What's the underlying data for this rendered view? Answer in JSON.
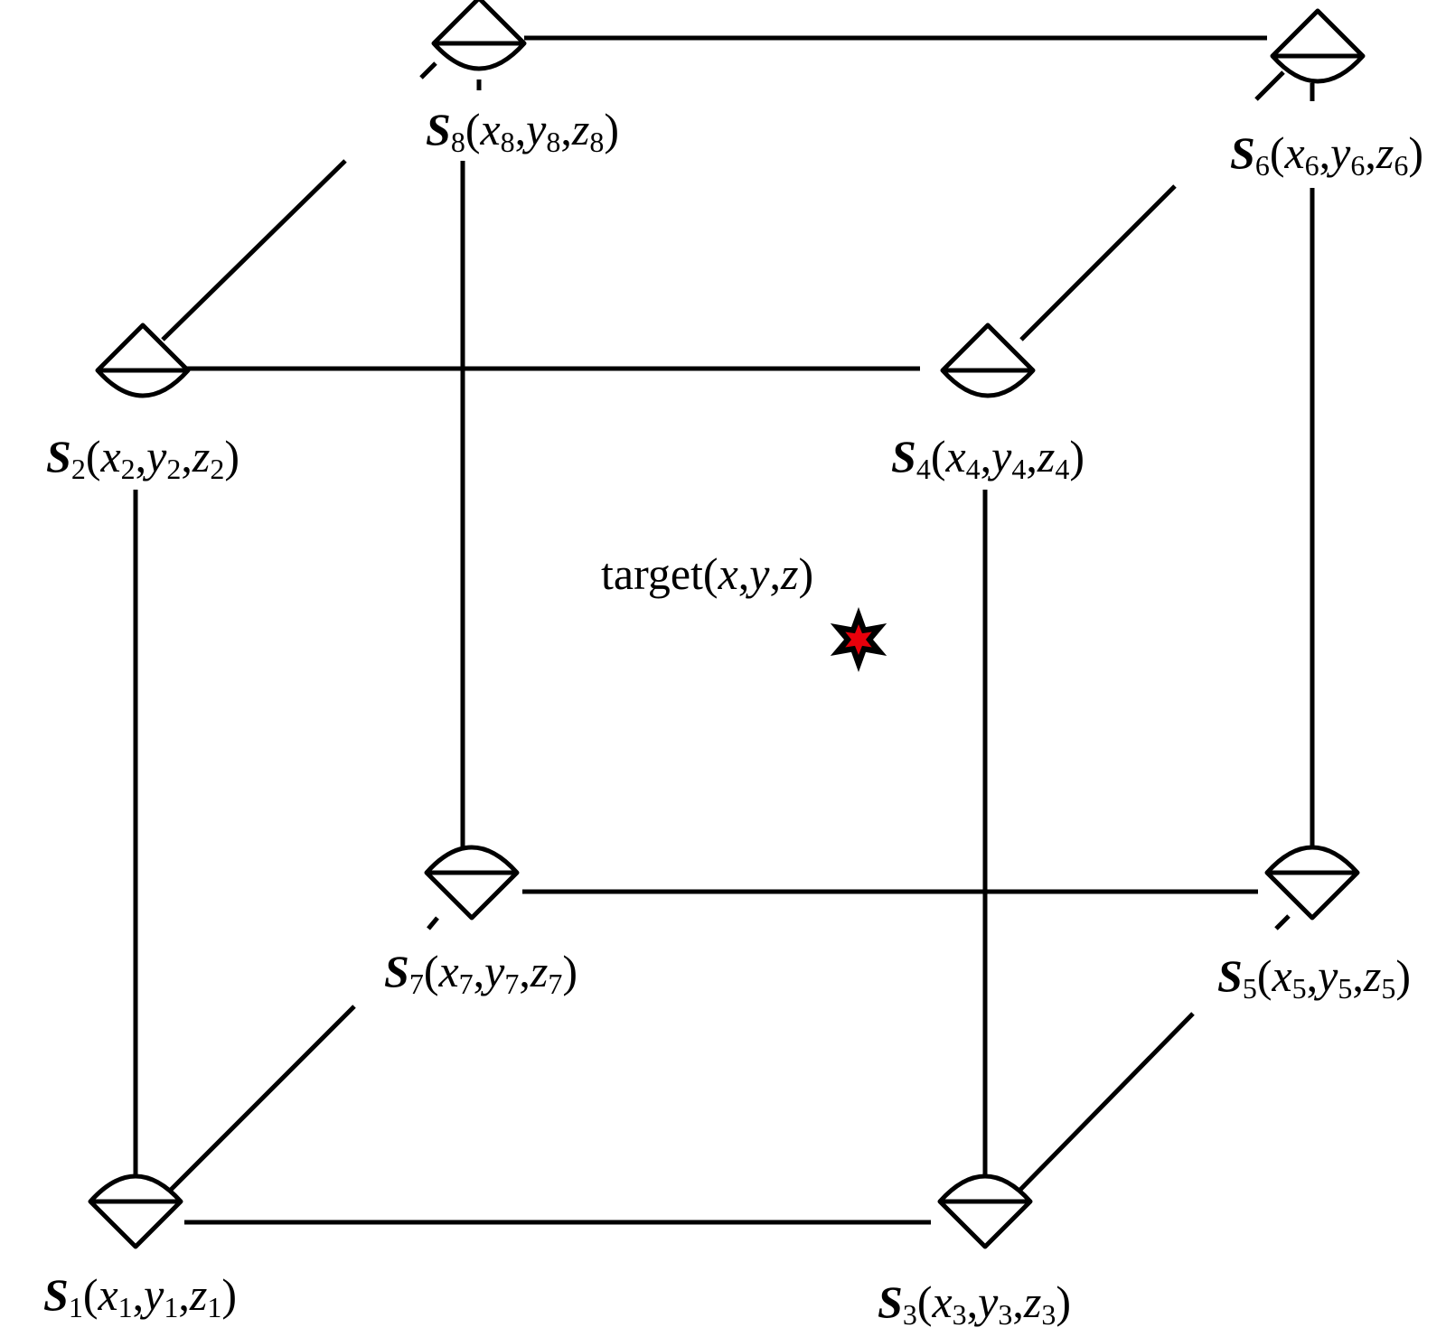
{
  "target": {
    "word": "target",
    "vars": [
      "x",
      "y",
      "z"
    ],
    "marker_fill": "#e8000b",
    "marker_stroke": "#000000"
  },
  "sensors": [
    {
      "id": "1",
      "name": "S",
      "sub": "1",
      "coords": [
        "x",
        "y",
        "z"
      ],
      "orientation": "down"
    },
    {
      "id": "2",
      "name": "S",
      "sub": "2",
      "coords": [
        "x",
        "y",
        "z"
      ],
      "orientation": "up"
    },
    {
      "id": "3",
      "name": "S",
      "sub": "3",
      "coords": [
        "x",
        "y",
        "z"
      ],
      "orientation": "down"
    },
    {
      "id": "4",
      "name": "S",
      "sub": "4",
      "coords": [
        "x",
        "y",
        "z"
      ],
      "orientation": "up"
    },
    {
      "id": "5",
      "name": "S",
      "sub": "5",
      "coords": [
        "x",
        "y",
        "z"
      ],
      "orientation": "down"
    },
    {
      "id": "6",
      "name": "S",
      "sub": "6",
      "coords": [
        "x",
        "y",
        "z"
      ],
      "orientation": "up"
    },
    {
      "id": "7",
      "name": "S",
      "sub": "7",
      "coords": [
        "x",
        "y",
        "z"
      ],
      "orientation": "down"
    },
    {
      "id": "8",
      "name": "S",
      "sub": "8",
      "coords": [
        "x",
        "y",
        "z"
      ],
      "orientation": "up"
    }
  ],
  "colors": {
    "line": "#000000",
    "background": "#ffffff"
  }
}
